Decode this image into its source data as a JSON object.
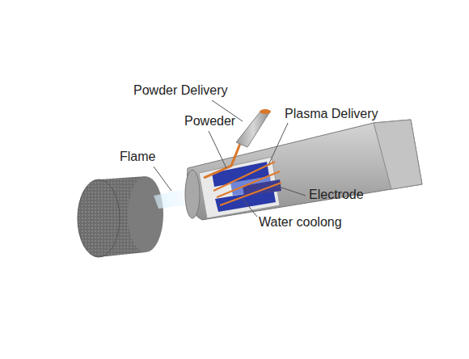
{
  "diagram": {
    "labels": [
      "Powder Delivery",
      "Poweder",
      "Plasma Delivery",
      "Flame",
      "Electrode",
      "Water coolong"
    ]
  }
}
